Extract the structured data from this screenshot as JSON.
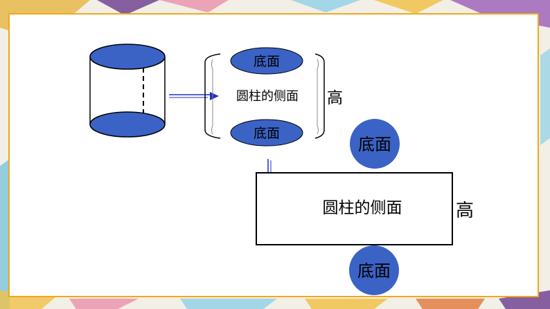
{
  "labels": {
    "base": "底面",
    "side": "圆柱的侧面",
    "height": "高"
  },
  "colors": {
    "ellipse_fill": "#3b63c6",
    "arrow": "#1f2fc8",
    "frame": "#f0a81c"
  }
}
